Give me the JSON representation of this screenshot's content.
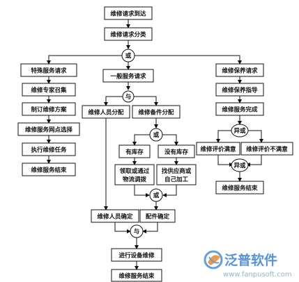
{
  "flowchart": {
    "nodes": {
      "arrive": "维修请求到达",
      "classify": "维修请求分类",
      "or1": "或",
      "special": "特殊服务请求",
      "general": "一般服务请求",
      "maint_req": "维修保养请求",
      "expert": "维修专家召集",
      "plan": "制订维修方案",
      "network": "维修服务网点选择",
      "execute": "执行维修任务",
      "end_left": "维修服务结束",
      "and1": "与",
      "staff_assign": "维修人员分配",
      "parts_assign": "维修备件分配",
      "or2": "或",
      "in_stock": "有库存",
      "no_stock": "没有库存",
      "take": "领取或通过物流调拨",
      "supply": "找供应商或自己加工",
      "or3": "或",
      "staff_ok": "维修人员确定",
      "parts_ok": "配件确定",
      "and2": "与",
      "proceed": "进行设备维修",
      "end_mid": "维修服务结束",
      "guide": "维修保养指导",
      "done": "维修服务完成",
      "xor1": "异或",
      "satisfied": "维修评价满意",
      "unsatisfied": "维修评价不满意",
      "xor2": "异或",
      "end_right": "维修服务结束"
    }
  },
  "watermark": {
    "brand": "泛普软件",
    "url": "www.fanpusoft.com",
    "logo_icon": "fanpu-logo-icon"
  }
}
